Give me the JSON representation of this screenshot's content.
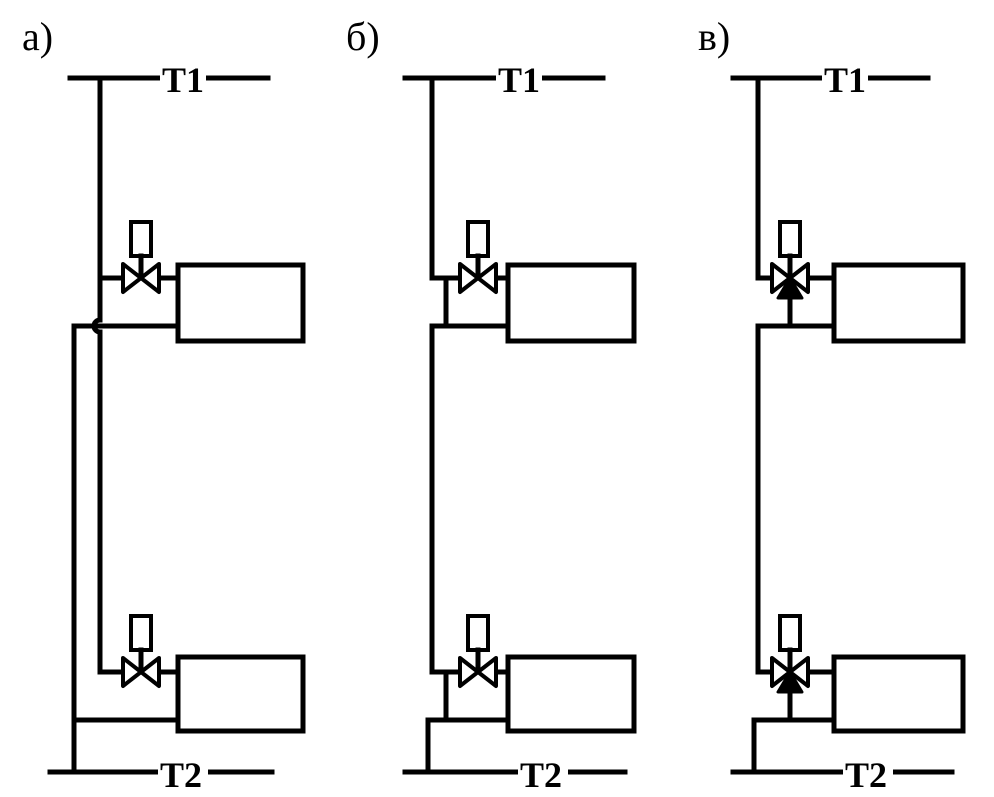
{
  "panels": [
    {
      "label": "а)",
      "supply": "T1",
      "return": "T2"
    },
    {
      "label": "б)",
      "supply": "T1",
      "return": "T2"
    },
    {
      "label": "в)",
      "supply": "T1",
      "return": "T2"
    }
  ],
  "valve_types": [
    "two-way",
    "two-way",
    "three-way"
  ],
  "colors": {
    "line": "#000000",
    "background": "#ffffff"
  }
}
